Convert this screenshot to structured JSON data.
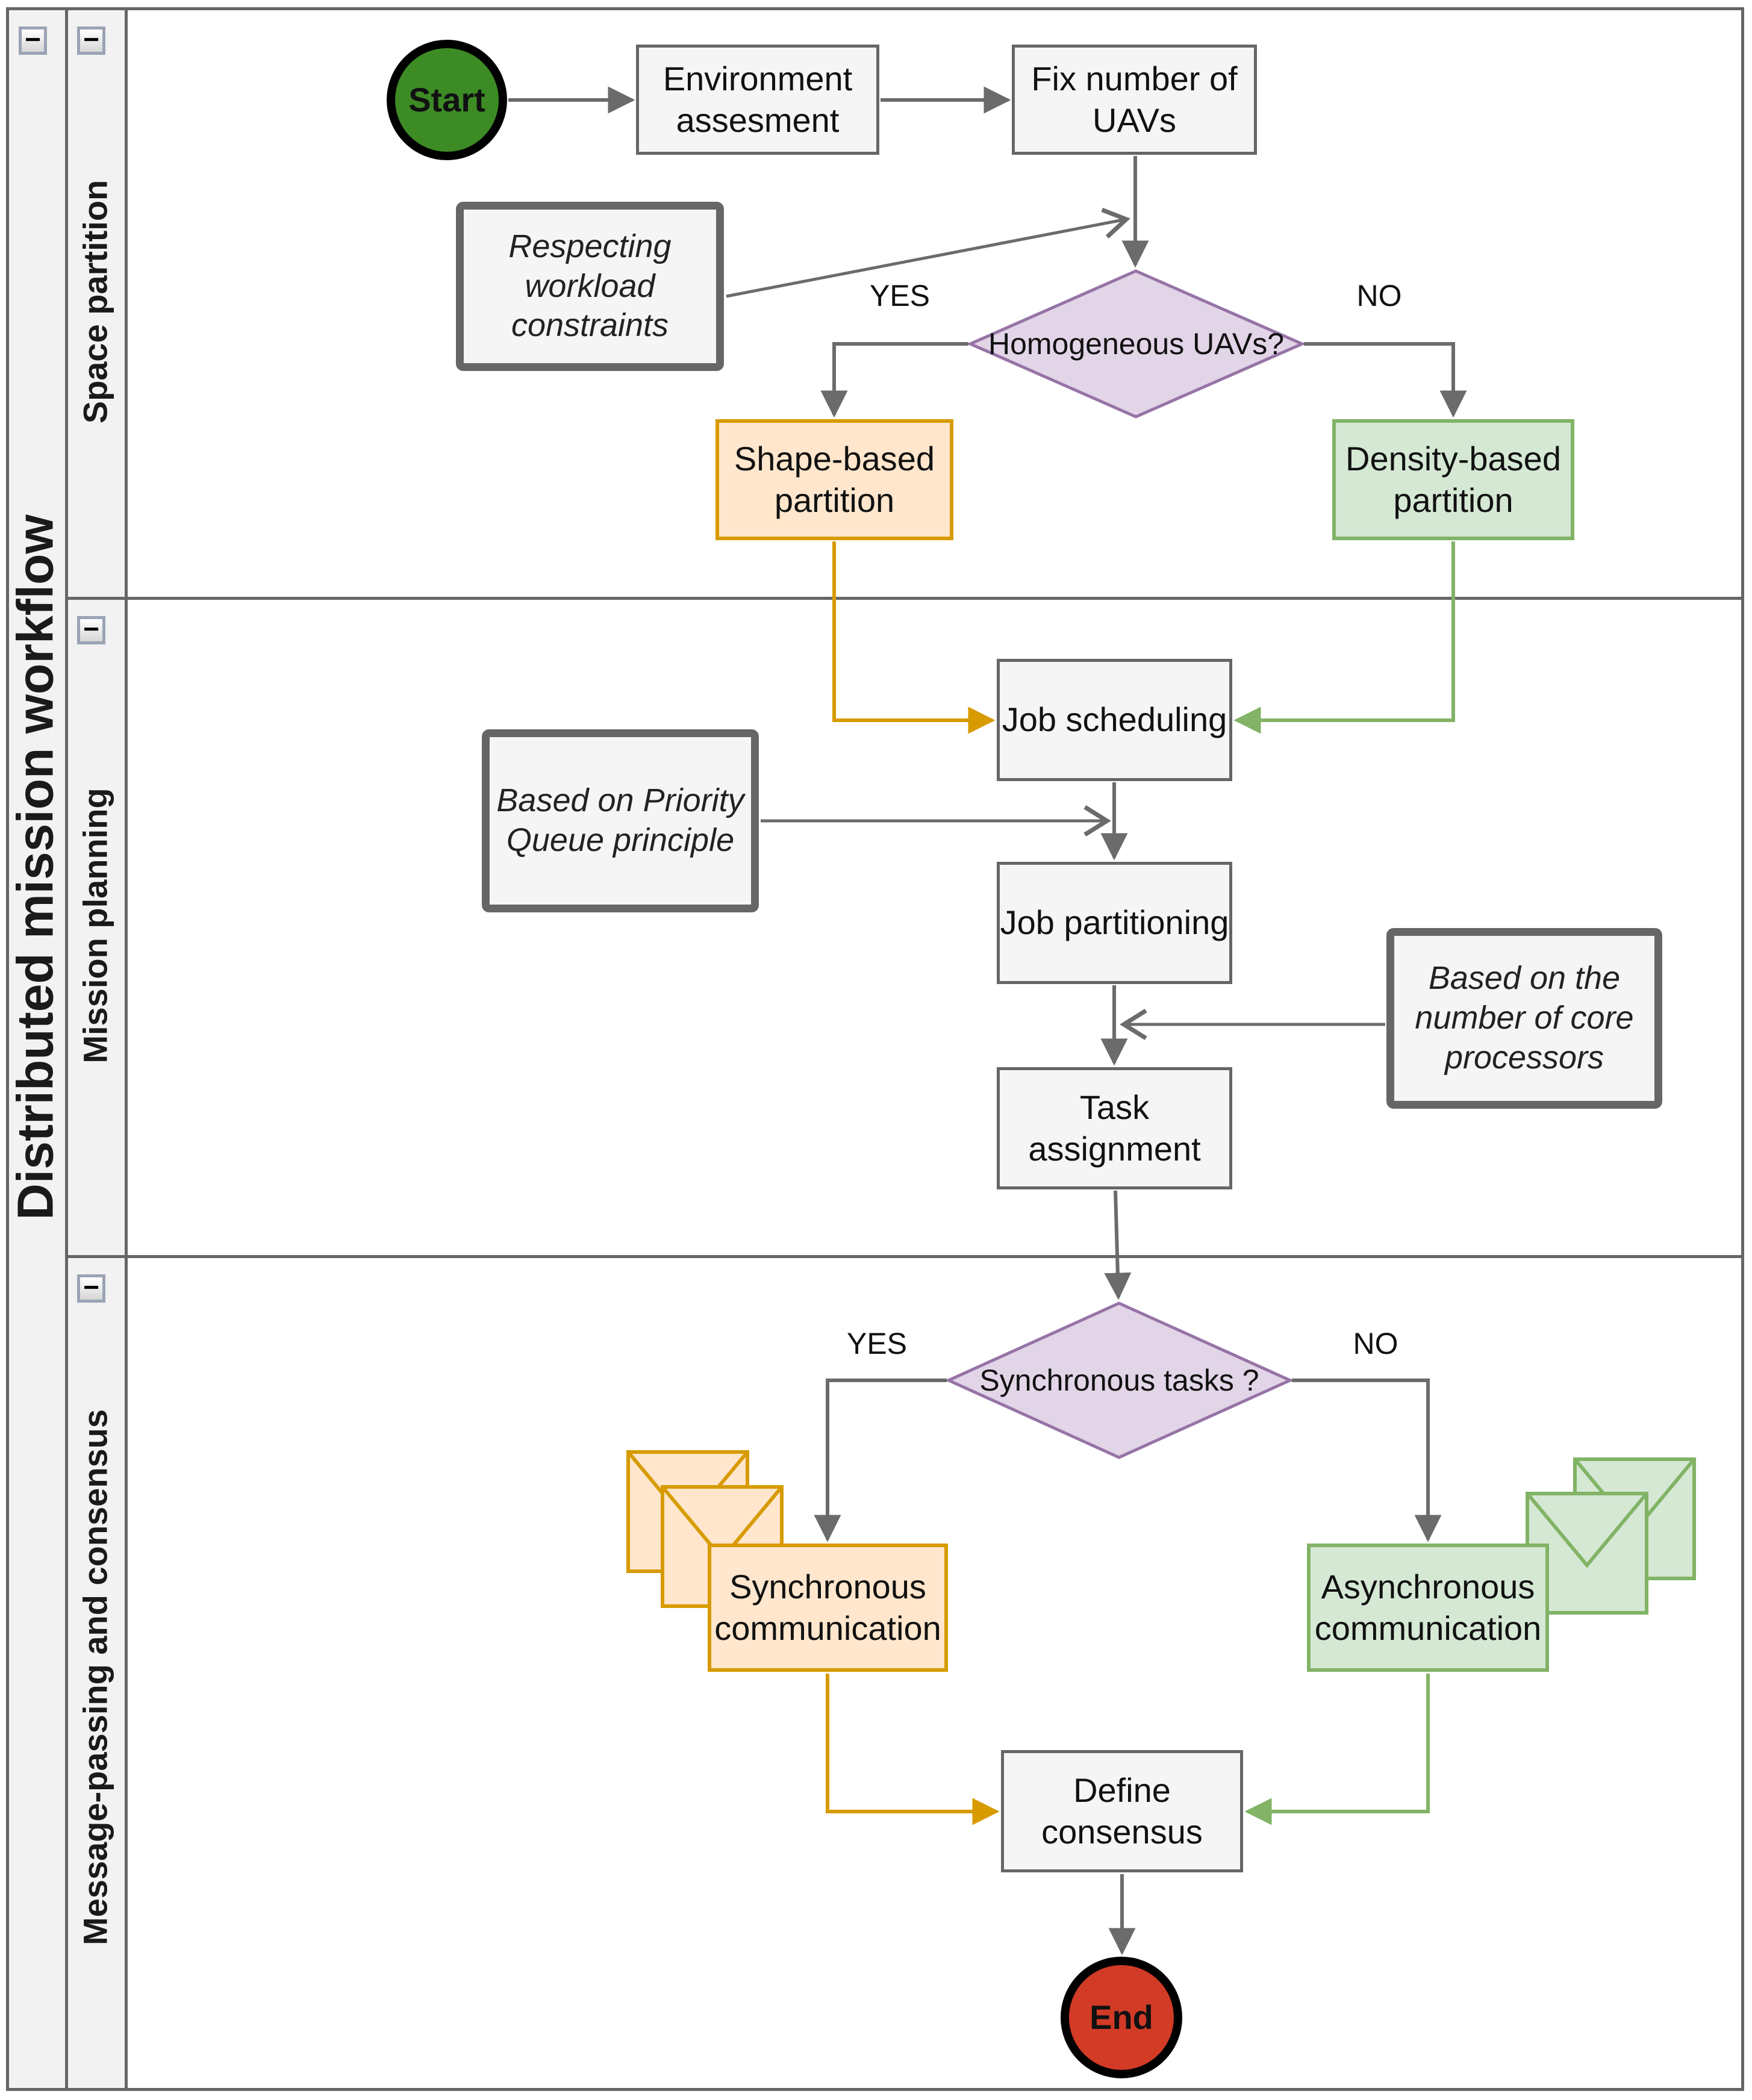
{
  "pool": {
    "title": "Distributed mission workflow"
  },
  "lanes": [
    {
      "title": "Space partition"
    },
    {
      "title": "Mission planning"
    },
    {
      "title": "Message-passing and consensus"
    }
  ],
  "icons": {
    "collapse_glyph": "−",
    "envelope": "envelope"
  },
  "edge_labels": {
    "homogeneous_yes": "YES",
    "homogeneous_no": "NO",
    "synchronous_yes": "YES",
    "synchronous_no": "NO"
  },
  "nodes": {
    "start": {
      "label": "Start"
    },
    "environment_assessment": {
      "label": "Environment assesment"
    },
    "fix_number_uavs": {
      "label": "Fix number of UAVs"
    },
    "note_workload": {
      "label": "Respecting workload constraints"
    },
    "homogeneous_uavs": {
      "label": "Homogeneous UAVs?"
    },
    "shape_partition": {
      "label": "Shape-based partition"
    },
    "density_partition": {
      "label": "Density-based partition"
    },
    "job_scheduling": {
      "label": "Job scheduling"
    },
    "note_priority_queue": {
      "label": "Based on Priority Queue principle"
    },
    "job_partitioning": {
      "label": "Job partitioning"
    },
    "note_core_processors": {
      "label": "Based on the number of core processors"
    },
    "task_assignment": {
      "label": "Task assignment"
    },
    "synchronous_tasks": {
      "label": "Synchronous tasks ?"
    },
    "sync_communication": {
      "label": "Synchronous communication"
    },
    "async_communication": {
      "label": "Asynchronous communication"
    },
    "define_consensus": {
      "label": "Define consensus"
    },
    "end": {
      "label": "End"
    }
  },
  "colors": {
    "fill_orange": "#FFE6CC",
    "stroke_orange": "#D79B00",
    "fill_green": "#D5E8D4",
    "stroke_green": "#82B366",
    "fill_purple": "#E1D5E7",
    "stroke_purple": "#9673A6",
    "fill_gray": "#F5F5F5",
    "stroke_gray": "#666666",
    "note_border": "#666666",
    "lane_fill": "#F2F2F2",
    "start_fill": "#3D8B25",
    "end_fill": "#D23B26",
    "arrow_gray": "#6b6b6b"
  }
}
